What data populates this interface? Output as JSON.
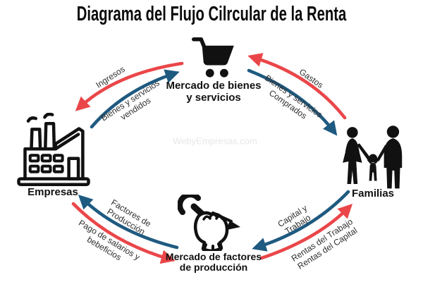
{
  "title": "Diagrama del Flujo Cilrcular de la Renta",
  "watermark": "WebyEmpresas.com",
  "colors": {
    "arrow_red": "#EA4649",
    "arrow_blue": "#1F5A80",
    "icon_black": "#111111",
    "flow_label_text": "#2F2F2F",
    "watermark_gray": "#E7E7E7"
  },
  "nodes": {
    "goods_market": {
      "line1": "Mercado de bienes",
      "line2": "y servicios",
      "icon": "shopping-cart-icon"
    },
    "companies": {
      "label": "Empresas",
      "icon": "factory-icon"
    },
    "families": {
      "label": "Familias",
      "icon": "family-icon"
    },
    "factors_market": {
      "line1": "Mercado de factores",
      "line2": "de producción",
      "icon": "fist-tools-icon"
    }
  },
  "flows": {
    "ingresos": {
      "line1": "Ingresos",
      "line2": "",
      "color": "red",
      "from": "Mercado de bienes y servicios",
      "to": "Empresas"
    },
    "bienes_vendidos": {
      "line1": "Bienes y servicios",
      "line2": "vendidos",
      "color": "blue",
      "from": "Empresas",
      "to": "Mercado de bienes y servicios"
    },
    "gastos": {
      "line1": "Gastos",
      "line2": "",
      "color": "red",
      "from": "Familias",
      "to": "Mercado de bienes y servicios"
    },
    "bienes_comprados": {
      "line1": "Bienes y servicios",
      "line2": "Comprados",
      "color": "blue",
      "from": "Mercado de bienes y servicios",
      "to": "Familias"
    },
    "factores": {
      "line1": "Factores de",
      "line2": "Producción",
      "color": "blue",
      "from": "Mercado de factores de producción",
      "to": "Empresas"
    },
    "pago_salarios": {
      "line1": "Pago de salarios y",
      "line2": "bebeficios",
      "color": "red",
      "from": "Empresas",
      "to": "Mercado de factores de producción"
    },
    "capital_trabajo": {
      "line1": "Capital y",
      "line2": "Trabajo",
      "color": "blue",
      "from": "Familias",
      "to": "Mercado de factores de producción"
    },
    "rentas": {
      "line1": "Rentas del Trabajo",
      "line2": "Rentas del Capital",
      "color": "red",
      "from": "Mercado de factores de producción",
      "to": "Familias"
    }
  }
}
